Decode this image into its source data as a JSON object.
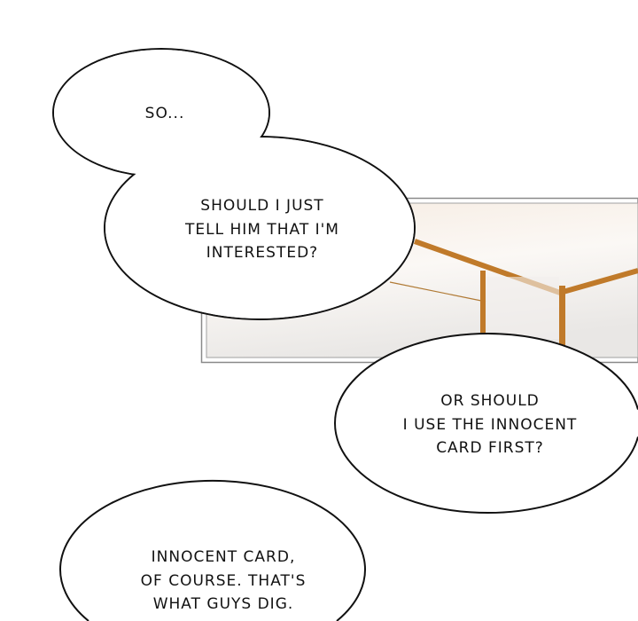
{
  "bubbles": [
    {
      "lines": [
        "SO..."
      ]
    },
    {
      "lines": [
        "SHOULD I JUST",
        "TELL HIM THAT I'M",
        "INTERESTED?"
      ]
    },
    {
      "lines": [
        "OR SHOULD",
        "I USE THE INNOCENT",
        "CARD FIRST?"
      ]
    },
    {
      "lines": [
        "INNOCENT CARD,",
        "OF COURSE. THAT'S",
        "WHAT GUYS DIG."
      ]
    }
  ],
  "colors": {
    "wood": "#c07a2a",
    "panel_border": "#8a8a8a",
    "ink": "#111111"
  }
}
